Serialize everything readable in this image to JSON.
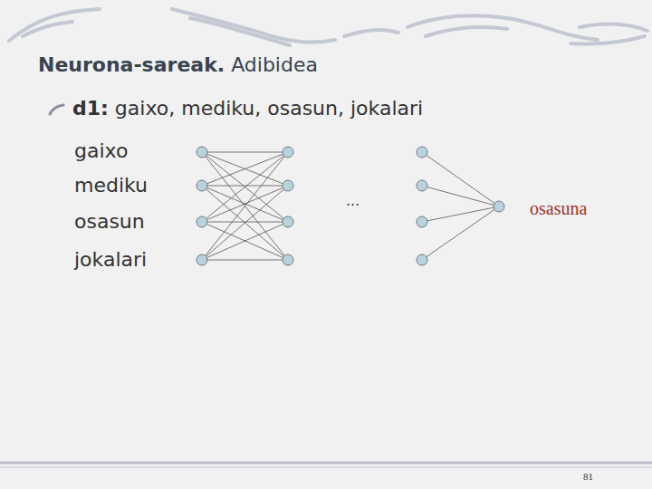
{
  "diagram": {
    "title": "Neurona-sareak. Adibidea",
    "labels": [
      "d1: gaixo, mediku, osasun, jokalari",
      "gaixo",
      "mediku",
      "osasun",
      "jokalari",
      "...",
      "osasuna",
      "81"
    ]
  }
}
